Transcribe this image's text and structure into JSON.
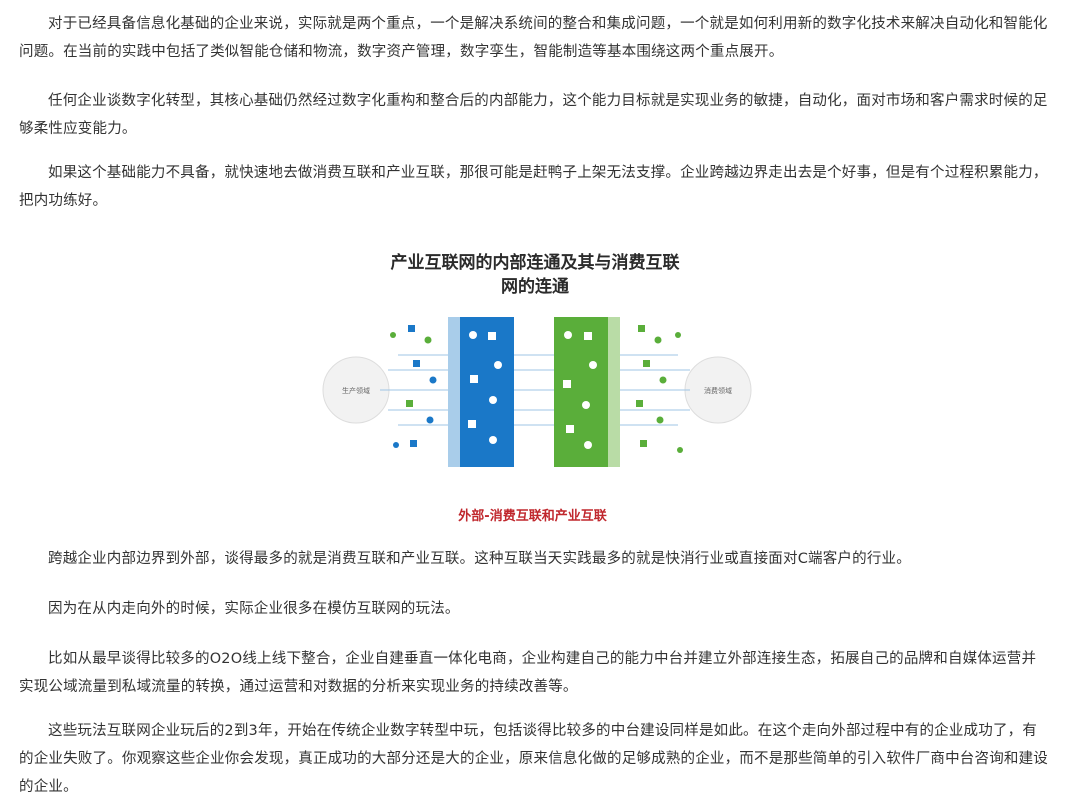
{
  "article": {
    "paragraphs": [
      "对于已经具备信息化基础的企业来说，实际就是两个重点，一个是解决系统间的整合和集成问题，一个就是如何利用新的数字化技术来解决自动化和智能化问题。在当前的实践中包括了类似智能仓储和物流，数字资产管理，数字孪生，智能制造等基本围绕这两个重点展开。",
      "任何企业谈数字化转型，其核心基础仍然经过数字化重构和整合后的内部能力，这个能力目标就是实现业务的敏捷，自动化，面对市场和客户需求时候的足够柔性应变能力。",
      "如果这个基础能力不具备，就快速地去做消费互联和产业互联，那很可能是赶鸭子上架无法支撑。企业跨越边界走出去是个好事，但是有个过程积累能力，把内功练好。",
      "跨越企业内部边界到外部，谈得最多的就是消费互联和产业互联。这种互联当天实践最多的就是快消行业或直接面对C端客户的行业。",
      "因为在从内走向外的时候，实际企业很多在模仿互联网的玩法。",
      "比如从最早谈得比较多的O2O线上线下整合，企业自建垂直一体化电商，企业构建自己的能力中台并建立外部连接生态，拓展自己的品牌和自媒体运营并实现公域流量到私域流量的转换，通过运营和对数据的分析来实现业务的持续改善等。",
      "这些玩法互联网企业玩后的2到3年，开始在传统企业数字转型中玩，包括谈得比较多的中台建设同样是如此。在这个走向外部过程中有的企业成功了，有的企业失败了。你观察这些企业你会发现，真正成功的大部分还是大的企业，原来信息化做的足够成熟的企业，而不是那些简单的引入软件厂商中台咨询和建设的企业。"
    ]
  },
  "figure": {
    "title_line1": "产业互联网的内部连通及其与消费互联",
    "title_line2": "网的连通",
    "left_label": "生产领域",
    "right_label": "消费领域",
    "caption": "外部-消费互联和产业互联",
    "colors": {
      "blue_panel": "#1a78c8",
      "green_panel": "#5aae3a",
      "light_blue": "#a9cdea",
      "light_green": "#b9dca6",
      "caption": "#c0272d"
    },
    "icons": [
      "shopping-cart-icon",
      "gear-icon",
      "chart-icon",
      "phone-icon",
      "mail-icon",
      "heart-icon",
      "music-icon",
      "camera-icon",
      "wifi-icon",
      "truck-icon",
      "dollar-icon",
      "share-icon",
      "location-icon",
      "power-icon",
      "airplane-icon",
      "play-icon",
      "like-icon",
      "twitter-icon"
    ]
  }
}
